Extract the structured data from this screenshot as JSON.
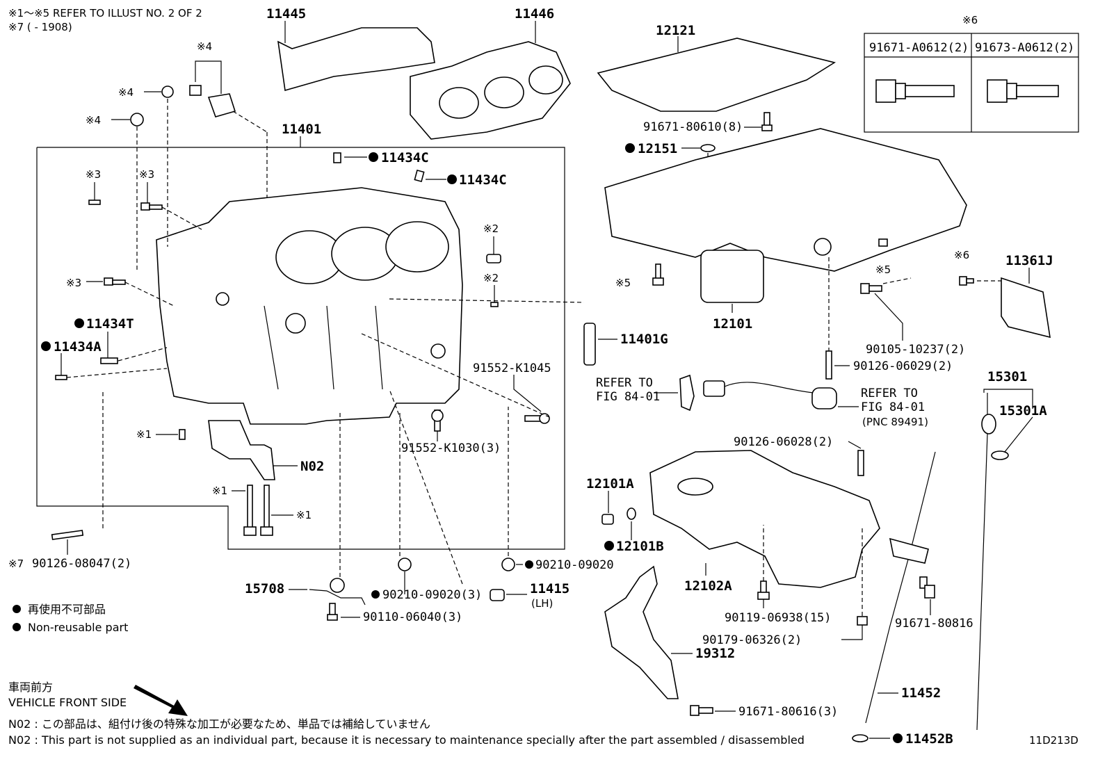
{
  "header": {
    "note1": "※1～※5 REFER TO ILLUST NO. 2 OF 2",
    "note2": "※7 (       - 1908)"
  },
  "labels": {
    "p11445": "11445",
    "p11446": "11446",
    "p12121": "12121",
    "p11401": "11401",
    "p11434C_a": "11434C",
    "p11434C_b": "11434C",
    "p11434T": "11434T",
    "p11434A": "11434A",
    "p12151": "12151",
    "p91671_80610": "91671-80610(8)",
    "p12101": "12101",
    "p11361J": "11361J",
    "p90105": "90105-10237(2)",
    "p90126_06029": "90126-06029(2)",
    "p11401G": "11401G",
    "p91552_K1045": "91552-K1045",
    "p91552_K1030": "91552-K1030(3)",
    "refer1a": "REFER TO",
    "refer1b": "FIG 84-01",
    "refer2a": "REFER TO",
    "refer2b": "FIG 84-01",
    "refer2c": "(PNC 89491)",
    "p15301": "15301",
    "p15301A": "15301A",
    "n02": "N02",
    "p90126_06028": "90126-06028(2)",
    "p12101A": "12101A",
    "p12101B": "12101B",
    "p12102A": "12102A",
    "p90126_08047": "90126-08047(2)",
    "p90210_09020": "90210-09020",
    "p90210_09020_3": "90210-09020(3)",
    "p15708": "15708",
    "p90110": "90110-06040(3)",
    "p11415": "11415",
    "p11415lh": "(LH)",
    "p90119": "90119-06938(15)",
    "p90179": "90179-06326(2)",
    "p91671_80816": "91671-80816",
    "p19312": "19312",
    "p11452": "11452",
    "p91671_80616": "91671-80616(3)",
    "p11452B": "11452B",
    "s1a": "※1",
    "s1b": "※1",
    "s1c": "※1",
    "s2a": "※2",
    "s2b": "※2",
    "s3a": "※3",
    "s3b": "※3",
    "s3c": "※3",
    "s4a": "※4",
    "s4b": "※4",
    "s4c": "※4",
    "s5a": "※5",
    "s5b": "※5",
    "s6a": "※6",
    "s6b": "※6",
    "s7": "※7"
  },
  "inset": {
    "col1": "91671-A0612(2)",
    "col2": "91673-A0612(2)"
  },
  "legend": {
    "jp": "再使用不可部品",
    "en": "Non-reusable part"
  },
  "front": {
    "jp": "車両前方",
    "en": "VEHICLE FRONT SIDE"
  },
  "footnotes": {
    "jp": "N02 : この部品は、組付け後の特殊な加工が必要なため、単品では補給していません",
    "en": "N02 : This part is not supplied as an individual part, because it is necessary to maintenance specially after the part assembled / disassembled"
  },
  "figure_id": "11D213D"
}
